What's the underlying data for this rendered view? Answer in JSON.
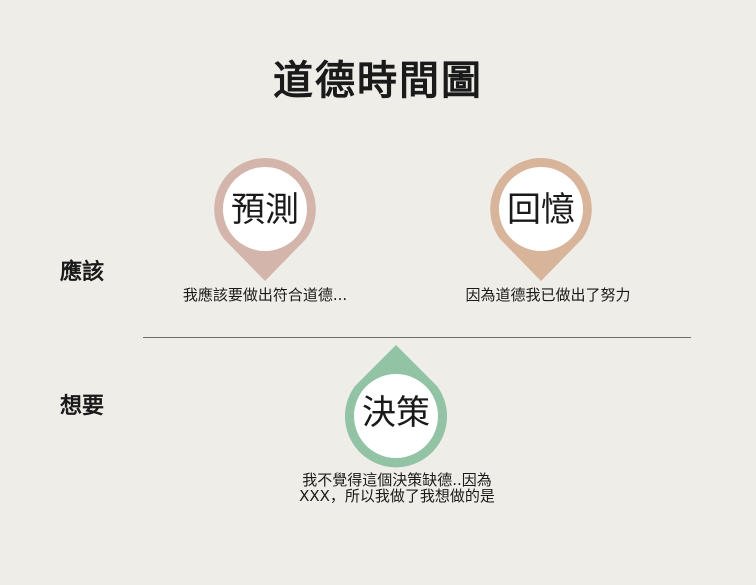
{
  "title": "道德時間圖",
  "rows": {
    "should": "應該",
    "want": "想要"
  },
  "pins": [
    {
      "label": "預測",
      "caption": "我應該要做出符合道德...",
      "color": "#d4b5ab"
    },
    {
      "label": "回憶",
      "caption": "因為道德我已做出了努力",
      "color": "#d8b49a"
    },
    {
      "label": "決策",
      "caption_lines": [
        "我不覺得這個決策缺德..因為",
        "XXX，所以我做了我想做的是"
      ],
      "color": "#92c3a4"
    }
  ],
  "colors": {
    "background": "#efede8",
    "divider": "#6e6e6e"
  }
}
